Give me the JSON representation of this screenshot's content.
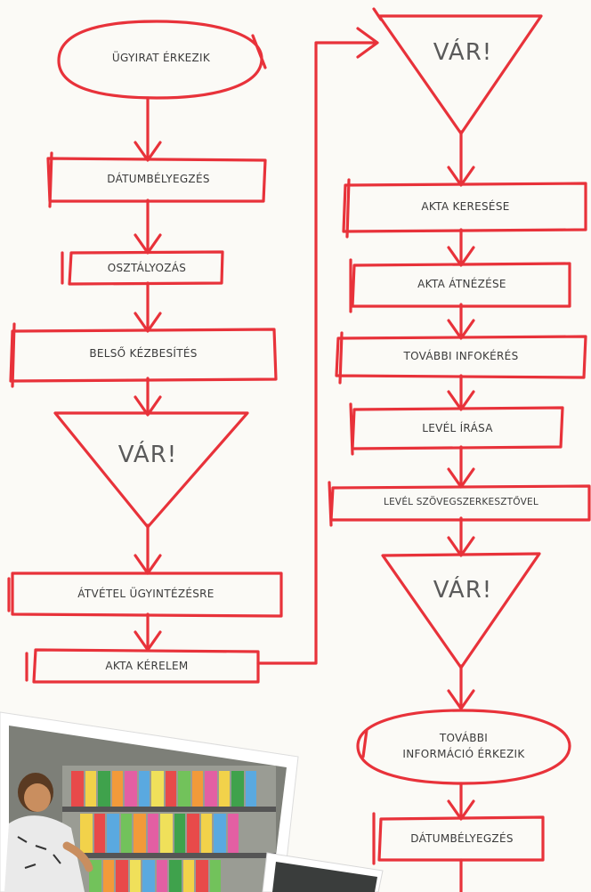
{
  "colors": {
    "stroke": "#e8323a",
    "text": "#3a3a3a",
    "paper": "#fbfaf6"
  },
  "left_column": {
    "start": "ÜGYIRAT ÉRKEZIK",
    "step1": "DÁTUMBÉLYEGZÉS",
    "step2": "OSZTÁLYOZÁS",
    "step3": "BELSŐ KÉZBESÍTÉS",
    "wait1": "VÁR!",
    "step4": "ÁTVÉTEL ÜGYINTÉZÉSRE",
    "step5": "AKTA KÉRELEM"
  },
  "right_column": {
    "wait2": "VÁR!",
    "step6": "AKTA KERESÉSE",
    "step7": "AKTA ÁTNÉZÉSE",
    "step8": "TOVÁBBI INFOKÉRÉS",
    "step9": "LEVÉL ÍRÁSA",
    "step10": "LEVÉL SZÖVEGSZERKESZTŐVEL",
    "wait3": "VÁR!",
    "event_line1": "TOVÁBBI",
    "event_line2": "INFORMÁCIÓ ÉRKEZIK",
    "step11": "DÁTUMBÉLYEGZÉS"
  }
}
